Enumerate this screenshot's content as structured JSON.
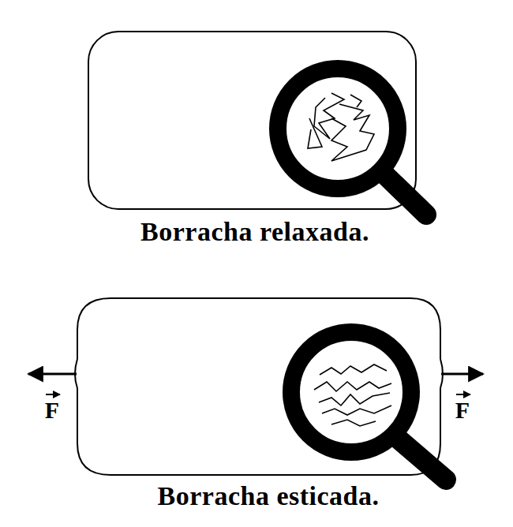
{
  "diagram": {
    "labels": [
      "Borracha relaxada.",
      "F",
      "F",
      "Borracha esticada."
    ]
  }
}
